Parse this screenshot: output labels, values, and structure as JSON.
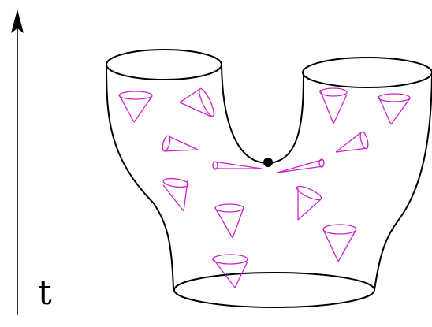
{
  "axis": {
    "label": "t"
  },
  "colors": {
    "outline": "#000000",
    "light_cone": "#cc22cc",
    "critical_point": "#000000"
  },
  "light_cones": [
    {
      "id": "cone-1",
      "orientation": "upright"
    },
    {
      "id": "cone-2",
      "orientation": "tilted-right"
    },
    {
      "id": "cone-3",
      "orientation": "tilted-left"
    },
    {
      "id": "cone-4",
      "orientation": "upright"
    },
    {
      "id": "cone-5",
      "orientation": "tilted-left"
    },
    {
      "id": "cone-6",
      "orientation": "tilted-right"
    },
    {
      "id": "cone-7",
      "orientation": "horizontal-left"
    },
    {
      "id": "cone-8",
      "orientation": "horizontal-right"
    },
    {
      "id": "cone-9",
      "orientation": "upright"
    },
    {
      "id": "cone-10",
      "orientation": "upright"
    },
    {
      "id": "cone-11",
      "orientation": "tilted-right"
    },
    {
      "id": "cone-12",
      "orientation": "upright"
    },
    {
      "id": "cone-13",
      "orientation": "upright"
    }
  ]
}
